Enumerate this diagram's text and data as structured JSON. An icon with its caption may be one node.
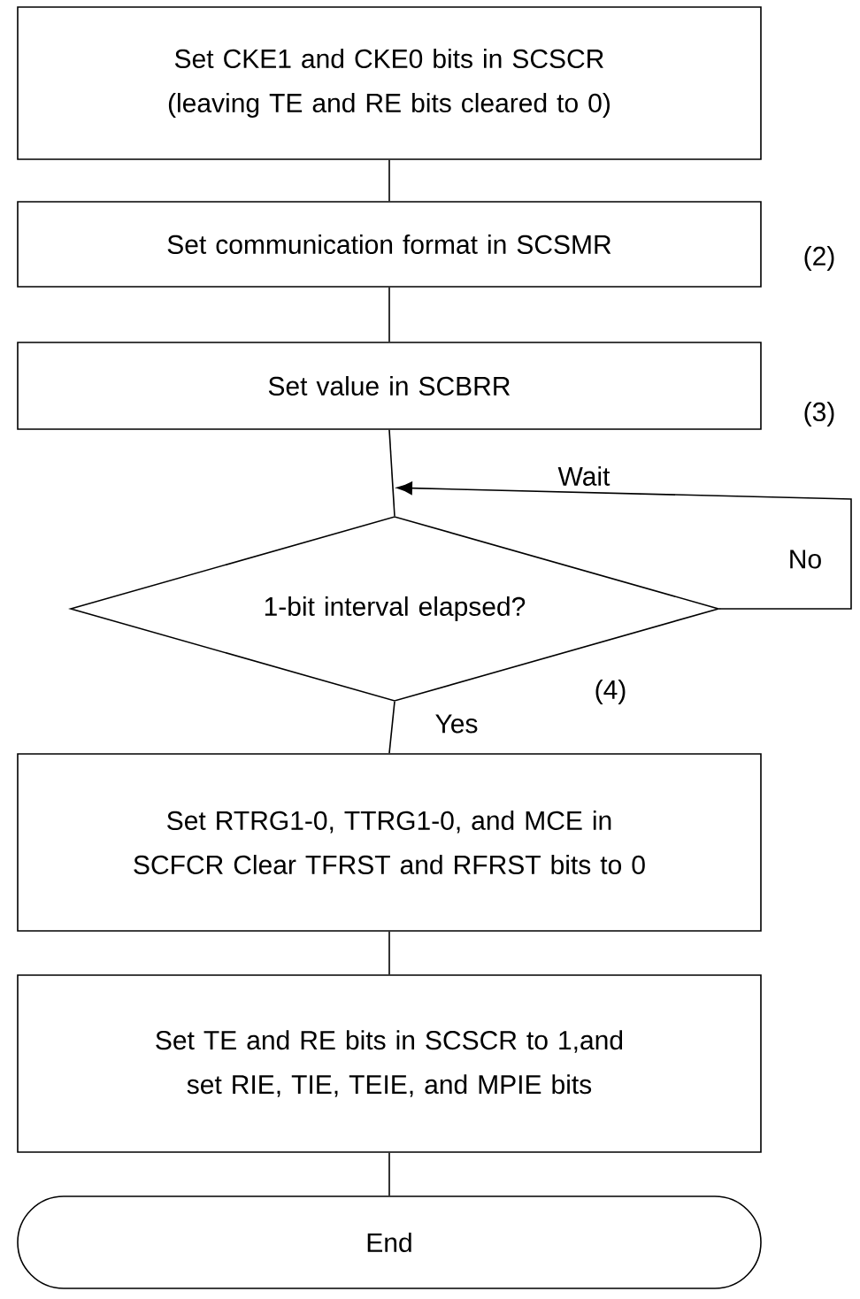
{
  "diagram": {
    "nodes": [
      {
        "text": [
          "Set CKE1 and CKE0 bits in SCSCR (leaving TE and RE bits cleared to 0)"
        ]
      },
      {
        "text": [
          "Set communication format in SCSMR"
        ],
        "beside": [
          "(2)"
        ]
      },
      {
        "text": [
          "Set value in SCBRR"
        ],
        "beside": [
          "(3)"
        ]
      },
      {
        "text": [
          "1-bit interval elapsed?"
        ],
        "beside": [
          "(4)"
        ]
      },
      {
        "text": [
          "Set RTRG1-0, TTRG1-0, and MCE in SCFCR Clear TFRST and RFRST bits to 0"
        ]
      },
      {
        "text": [
          "Set TE and RE bits in SCSCR to 1,and set RIE, TIE, TEIE, and MPIE bits"
        ]
      },
      {
        "text": [
          "End"
        ]
      }
    ],
    "edges": [
      {
        "from": 0,
        "to": 1,
        "arrow": "none"
      },
      {
        "from": 1,
        "to": 2,
        "arrow": "none"
      },
      {
        "from": 2,
        "to": 3,
        "arrow": "none"
      },
      {
        "from": 3,
        "to": 3,
        "arrow": "to",
        "label": "No"
      },
      {
        "from": 3,
        "to": 4,
        "arrow": "none",
        "label": "Yes"
      },
      {
        "from": 4,
        "to": 5,
        "arrow": "none"
      },
      {
        "from": 5,
        "to": 6,
        "arrow": "none"
      }
    ],
    "labels": [
      "Wait"
    ]
  }
}
